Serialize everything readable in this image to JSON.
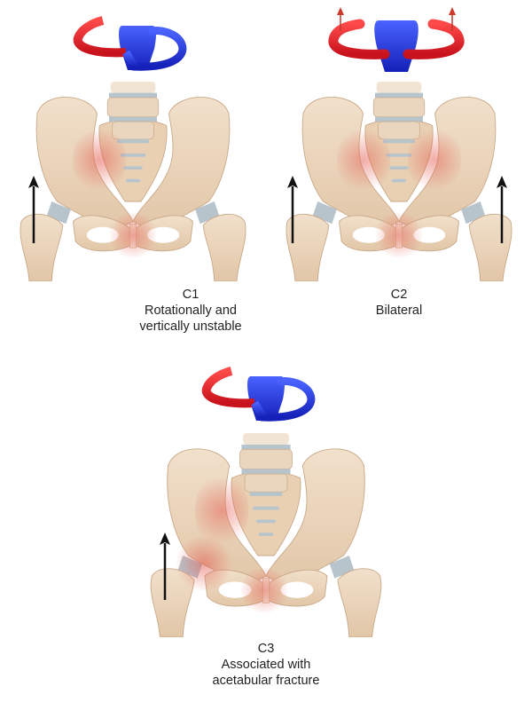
{
  "figure": {
    "colors": {
      "ring_red": "#e8202a",
      "ring_blue": "#1f3fe6",
      "bone": "#ecd6bc",
      "bone_shadow": "#c9a98a",
      "injury_red": "#e6786a",
      "disc": "#b8c4cc",
      "arrow": "#111111",
      "text": "#222222"
    },
    "panels": [
      {
        "id": "C1",
        "code": "C1",
        "line1": "Rotationally and",
        "line2": "vertically unstable",
        "ring_icon": "rotational-ring-partial-red-icon",
        "arrows": [
          "left-vertical-up-arrow"
        ]
      },
      {
        "id": "C2",
        "code": "C2",
        "line1": "Bilateral",
        "ring_icon": "rotational-ring-bilateral-red-icon",
        "arrows": [
          "left-vertical-up-arrow",
          "right-vertical-up-arrow"
        ]
      },
      {
        "id": "C3",
        "code": "C3",
        "line1": "Associated with",
        "line2": "acetabular fracture",
        "ring_icon": "rotational-ring-partial-red-icon",
        "arrows": [
          "left-vertical-up-arrow"
        ]
      }
    ]
  }
}
